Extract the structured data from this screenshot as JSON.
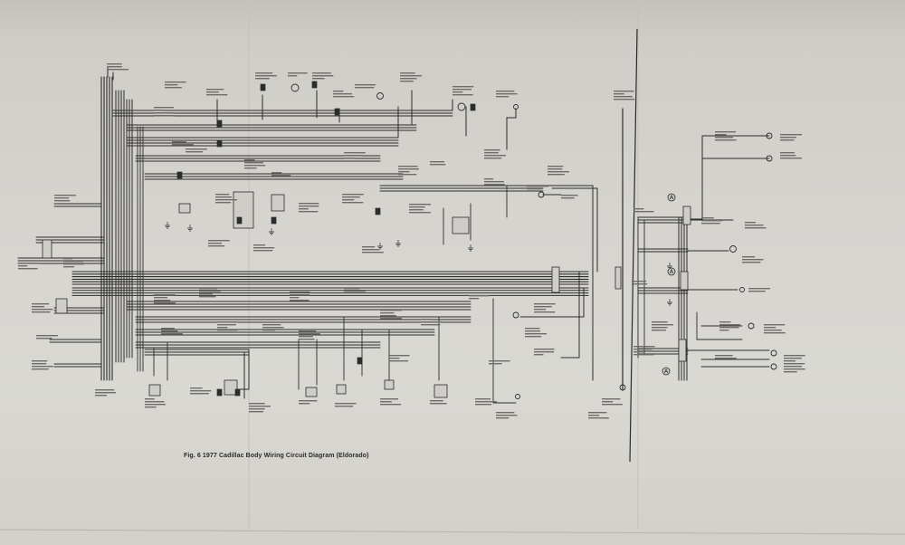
{
  "figure": {
    "caption": "Fig. 6 1977 Cadillac Body Wiring Circuit Diagram (Eldorado)"
  },
  "colors": {
    "paper": "#d6d4cf",
    "ink": "#2b2b2b",
    "fold_line": "#bdbbb5"
  },
  "connector_letters": [
    "A",
    "A",
    "A"
  ]
}
